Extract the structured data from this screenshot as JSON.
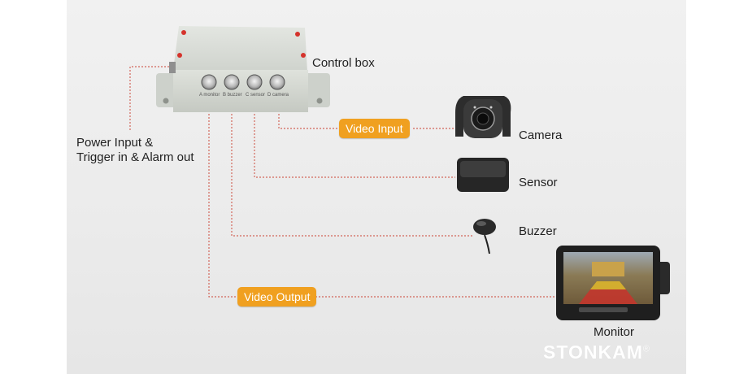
{
  "components": {
    "control_box": "Control box",
    "power": [
      "Power Input &",
      "Trigger in & Alarm out"
    ],
    "camera": "Camera",
    "sensor": "Sensor",
    "buzzer": "Buzzer",
    "monitor": "Monitor"
  },
  "ports": [
    "A monitor",
    "B buzzer",
    "C sensor",
    "D camera"
  ],
  "tags": {
    "video_input": "Video Input",
    "video_output": "Video Output"
  },
  "brand": {
    "name": "STONKAM",
    "mark": "®"
  },
  "colors": {
    "connector_line": "#d2665a",
    "tag_bg": "#f0a020",
    "box_body": "#d9dcd6"
  }
}
